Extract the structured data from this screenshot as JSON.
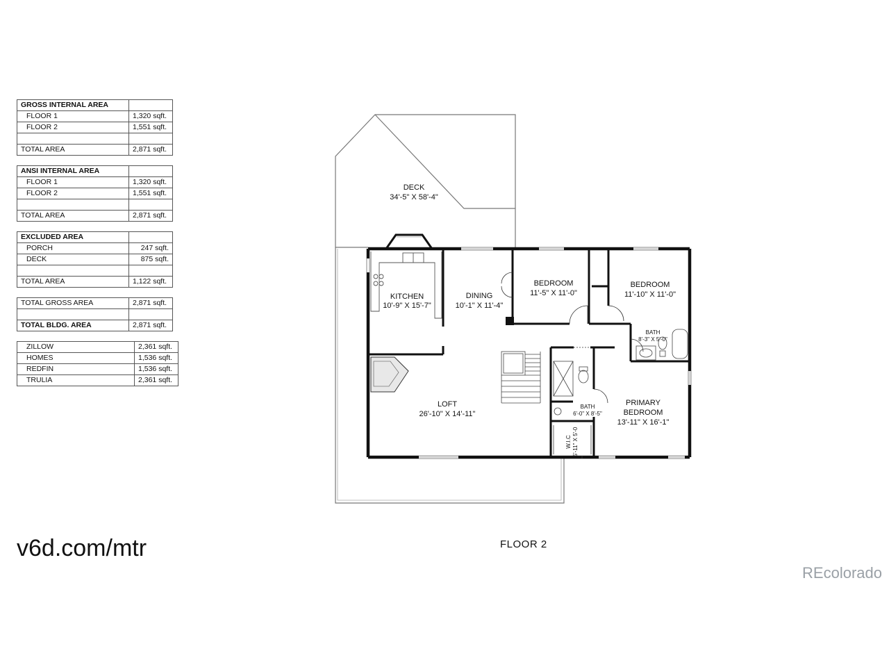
{
  "tables": [
    {
      "header": "GROSS INTERNAL AREA",
      "rows": [
        {
          "label": "FLOOR 1",
          "value": "1,320 sqft."
        },
        {
          "label": "FLOOR 2",
          "value": "1,551 sqft."
        },
        {
          "label": "",
          "value": ""
        },
        {
          "label": "TOTAL AREA",
          "value": "2,871 sqft."
        }
      ]
    },
    {
      "header": "ANSI INTERNAL AREA",
      "rows": [
        {
          "label": "FLOOR 1",
          "value": "1,320 sqft."
        },
        {
          "label": "FLOOR 2",
          "value": "1,551 sqft."
        },
        {
          "label": "",
          "value": ""
        },
        {
          "label": "TOTAL AREA",
          "value": "2,871 sqft."
        }
      ]
    },
    {
      "header": "EXCLUDED AREA",
      "rows": [
        {
          "label": "PORCH",
          "value": "247 sqft."
        },
        {
          "label": "DECK",
          "value": "875 sqft."
        },
        {
          "label": "",
          "value": ""
        },
        {
          "label": "TOTAL AREA",
          "value": "1,122 sqft."
        }
      ]
    },
    {
      "rows": [
        {
          "label": "TOTAL GROSS AREA",
          "value": "2,871 sqft."
        },
        {
          "label": "",
          "value": ""
        },
        {
          "label": "TOTAL BLDG. AREA",
          "value": "2,871 sqft.",
          "bold": true
        }
      ]
    },
    {
      "rows": [
        {
          "label": "ZILLOW",
          "value": "2,361 sqft."
        },
        {
          "label": "HOMES",
          "value": "1,536 sqft."
        },
        {
          "label": "REDFIN",
          "value": "1,536 sqft."
        },
        {
          "label": "TRULIA",
          "value": "2,361 sqft."
        }
      ]
    }
  ],
  "rooms": {
    "deck": {
      "name": "DECK",
      "dims": "34'-5\" X 58'-4\""
    },
    "kitchen": {
      "name": "KITCHEN",
      "dims": "10'-9\" X 15'-7\""
    },
    "dining": {
      "name": "DINING",
      "dims": "10'-1\" X 11'-4\""
    },
    "bedroom1": {
      "name": "BEDROOM",
      "dims": "11'-5\" X 11'-0\""
    },
    "bedroom2": {
      "name": "BEDROOM",
      "dims": "11'-10\" X 11'-0\""
    },
    "bath1": {
      "name": "BATH",
      "dims": "8'-3\" X 5'-0\""
    },
    "loft": {
      "name": "LOFT",
      "dims": "26'-10\" X 14'-11\""
    },
    "bath2": {
      "name": "BATH",
      "dims": "6'-0\" X 8'-5\""
    },
    "primary": {
      "name1": "PRIMARY",
      "name2": "BEDROOM",
      "dims": "13'-11\" X 16'-1\""
    },
    "wic": {
      "name": "W.I.C",
      "dims": "5'-11\" X 5'-0"
    }
  },
  "site_link": "v6d.com/mtr",
  "floor_label": "FLOOR 2",
  "watermark": "REcolorado"
}
